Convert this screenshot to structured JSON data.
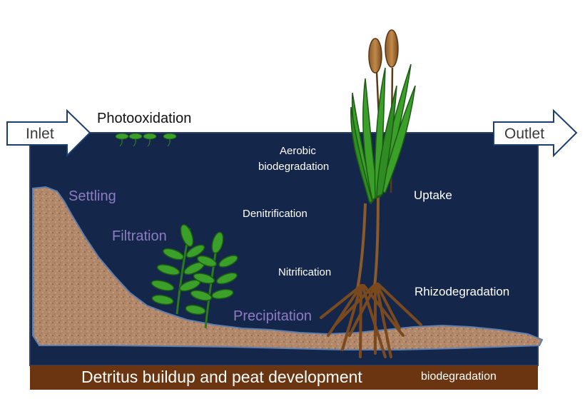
{
  "arrows": {
    "inlet": "Inlet",
    "outlet": "Outlet"
  },
  "labels": {
    "photooxidation": "Photooxidation",
    "aerobic_line1": "Aerobic",
    "aerobic_line2": "biodegradation",
    "settling": "Settling",
    "filtration": "Filtration",
    "denitrification": "Denitrification",
    "uptake": "Uptake",
    "nitrification": "Nitrification",
    "rhizodegradation": "Rhizodegradation",
    "precipitation": "Precipitation"
  },
  "bottom_bar": {
    "main": "Detritus buildup and peat development",
    "side": "biodegradation"
  },
  "colors": {
    "water": "#14264a",
    "sediment": "#b08a6a",
    "peat_bar": "#6a3510",
    "leaf": "#3aa02a",
    "arrow_outline": "#1e3f6e"
  }
}
